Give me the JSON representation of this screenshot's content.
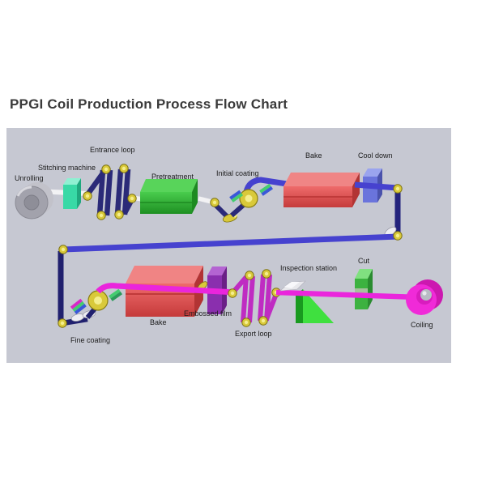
{
  "title": "PPGI Coil Production Process Flow Chart",
  "diagram": {
    "panel_background": "#c6c8d2",
    "stages": {
      "unrolling": "Unrolling",
      "stitching_machine": "Stitching machine",
      "entrance_loop": "Entrance loop",
      "pretreatment": "Pretreatment",
      "initial_coating": "Initial coating",
      "bake_top": "Bake",
      "cool_down": "Cool down",
      "fine_coating": "Fine coating",
      "bake_bottom": "Bake",
      "embossed_film": "Embossed film",
      "export_loop": "Export loop",
      "inspection_station": "Inspection station",
      "cut": "Cut",
      "coiling": "Coiling"
    },
    "flow_order": [
      "Unrolling",
      "Stitching machine",
      "Entrance loop",
      "Pretreatment",
      "Initial coating",
      "Bake",
      "Cool down",
      "Fine coating",
      "Bake",
      "Embossed film",
      "Export loop",
      "Inspection station",
      "Cut",
      "Coiling"
    ],
    "colors": {
      "strip_blue": "#4642cf",
      "strip_navy": "#23237c",
      "strip_magenta": "#ea25dc",
      "strip_white": "#f2f2f4",
      "roller_yellow": "#d9c93a",
      "machine_green": "#2fae33",
      "machine_red": "#e04c4c",
      "cooler_blue": "#6a74dc",
      "stitcher_teal": "#38d9a6",
      "embosser_purple": "#8a2fae",
      "wedge_green": "#3fe03f",
      "cut_green": "#3cb240",
      "coil_magenta": "#f02ad8",
      "coil_gray": "#a2a2ac"
    }
  }
}
